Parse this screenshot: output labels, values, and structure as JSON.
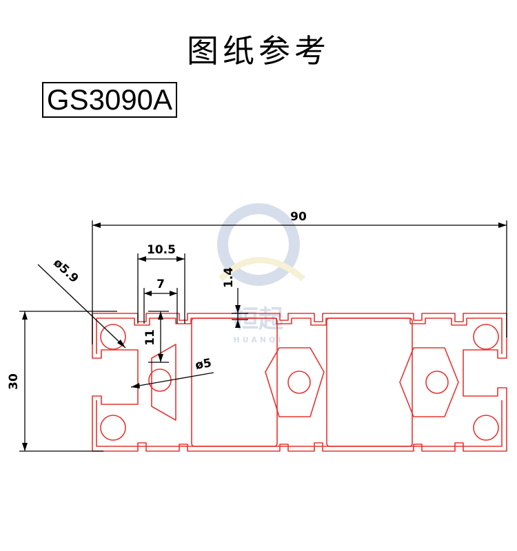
{
  "header": {
    "title": "图纸参考"
  },
  "model": {
    "code": "GS3090A"
  },
  "watermark": {
    "brand_cn": "桓起",
    "brand_en": "HUANQI"
  },
  "dimensions": {
    "width": "90",
    "height": "30",
    "slot_pitch": "10.5",
    "slot_opening": "7",
    "slot_depth": "11",
    "wall_thickness": "1.4",
    "corner_hole": "ø5.9",
    "center_hole": "ø5"
  },
  "colors": {
    "profile": "#e8332f",
    "dimension": "#000000",
    "watermark": "#8fa3c8"
  }
}
